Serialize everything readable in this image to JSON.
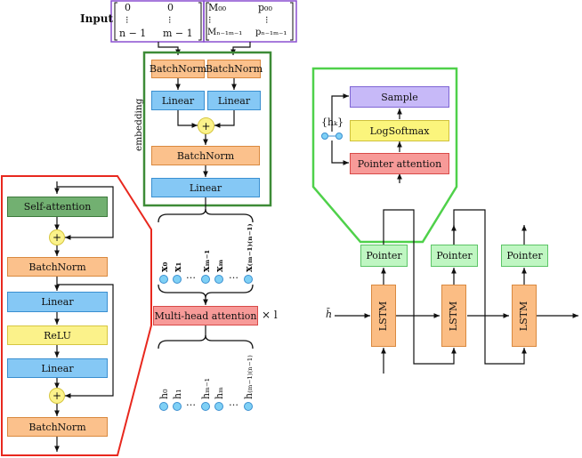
{
  "input": {
    "label": "Input",
    "matrix_left": [
      [
        "0",
        "0"
      ],
      [
        "⁝",
        "⁝"
      ],
      [
        "n − 1",
        "m − 1"
      ]
    ],
    "matrix_right": [
      [
        "M₀₀",
        "p₀₀"
      ],
      [
        "⁝",
        "⁝"
      ],
      [
        "Mₙ₋₁ₘ₋₁",
        "pₙ₋₁ₘ₋₁"
      ]
    ]
  },
  "embedding": {
    "label": "embedding",
    "batchnorm_left": "BatchNorm",
    "batchnorm_right": "BatchNorm",
    "linear_left": "Linear",
    "linear_right": "Linear",
    "plus": "+",
    "batchnorm_bottom": "BatchNorm",
    "linear_bottom": "Linear"
  },
  "encoder_block": {
    "self_attention": "Self-attention",
    "plus1": "+",
    "batchnorm1": "BatchNorm",
    "linear1": "Linear",
    "relu": "ReLU",
    "linear2": "Linear",
    "plus2": "+",
    "batchnorm2": "BatchNorm"
  },
  "tokens_top": [
    "x₀",
    "x₁",
    "…",
    "xₘ₋₁",
    "xₘ",
    "…",
    "x₍ₘ₋₁₎₍ₙ₋₁₎"
  ],
  "multihead": {
    "label": "Multi-head attention",
    "repeat": "× l"
  },
  "tokens_bottom": [
    "h₀",
    "h₁",
    "…",
    "hₘ₋₁",
    "hₘ",
    "…",
    "h₍ₘ₋₁₎₍ₙ₋₁₎"
  ],
  "decoder": {
    "sample": "Sample",
    "logsoftmax": "LogSoftmax",
    "pointer_attention": "Pointer attention",
    "hk": "{hₖ}",
    "pointers": [
      "Pointer",
      "Pointer",
      "Pointer"
    ],
    "lstms": [
      "LSTM",
      "LSTM",
      "LSTM"
    ],
    "hbar": "h̄"
  },
  "colors": {
    "embedding_frame": "#3d8b37",
    "encoder_frame": "#e8281e",
    "decoder_frame": "#4fd14a",
    "input_frame": "#8a4fd0"
  }
}
